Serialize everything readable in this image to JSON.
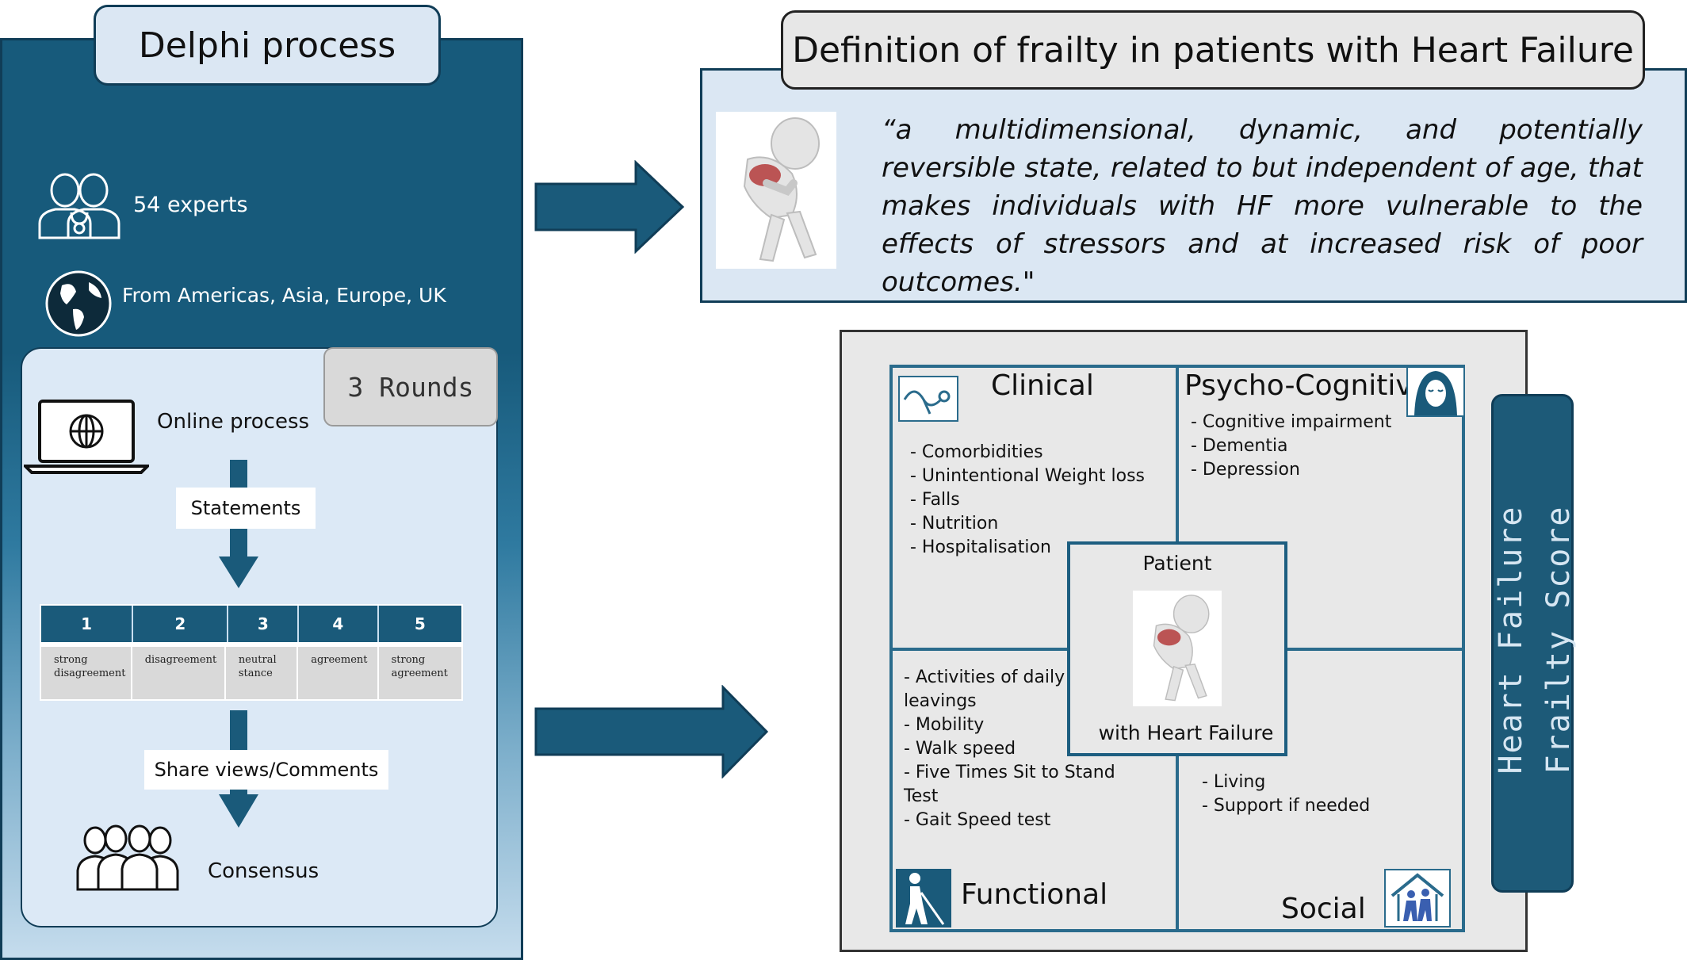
{
  "delphi": {
    "title": "Delphi process",
    "experts": "54 experts",
    "regions": "From Americas, Asia, Europe, UK",
    "rounds": "3 Rounds",
    "online": "Online process",
    "statements": "Statements",
    "scale": [
      {
        "num": "1",
        "label": "strong\ndisagreement"
      },
      {
        "num": "2",
        "label": "disagreement"
      },
      {
        "num": "3",
        "label": "neutral\nstance"
      },
      {
        "num": "4",
        "label": "agreement"
      },
      {
        "num": "5",
        "label": "strong\nagreement"
      }
    ],
    "share": "Share views/Comments",
    "consensus": "Consensus"
  },
  "definition": {
    "title": "Definition of frailty in patients with Heart Failure",
    "quote": "“a multidimensional, dynamic, and potentially reversible state, related to but independent of age, that makes individuals with HF more vulnerable to the effects of stressors and at increased risk of poor outcomes.\""
  },
  "domains": {
    "clinical": {
      "title": "Clinical",
      "items": "- Comorbidities\n- Unintentional Weight loss\n- Falls\n- Nutrition\n- Hospitalisation"
    },
    "psycho": {
      "title": "Psycho-Cognitive",
      "items": "- Cognitive impairment\n- Dementia\n- Depression"
    },
    "functional": {
      "title": "Functional",
      "items": "- Activities of daily\nleavings\n- Mobility\n- Walk speed\n- Five Times Sit to Stand\nTest\n- Gait Speed test"
    },
    "social": {
      "title": "Social",
      "items": "- Living\n- Support if needed"
    },
    "patient_top": "Patient",
    "patient_bottom": "with Heart Failure"
  },
  "score": {
    "line1": "Heart Failure",
    "line2": "Frailty Score"
  },
  "colors": {
    "dark_blue": "#175a7b",
    "light_blue": "#dbe7f3",
    "grey": "#e8e8e8"
  },
  "icons": [
    "doctors-icon",
    "globe-icon",
    "laptop-icon",
    "group-icon",
    "stethoscope-icon",
    "head-icon",
    "blind-person-icon",
    "elderly-home-icon",
    "figure-icon"
  ]
}
